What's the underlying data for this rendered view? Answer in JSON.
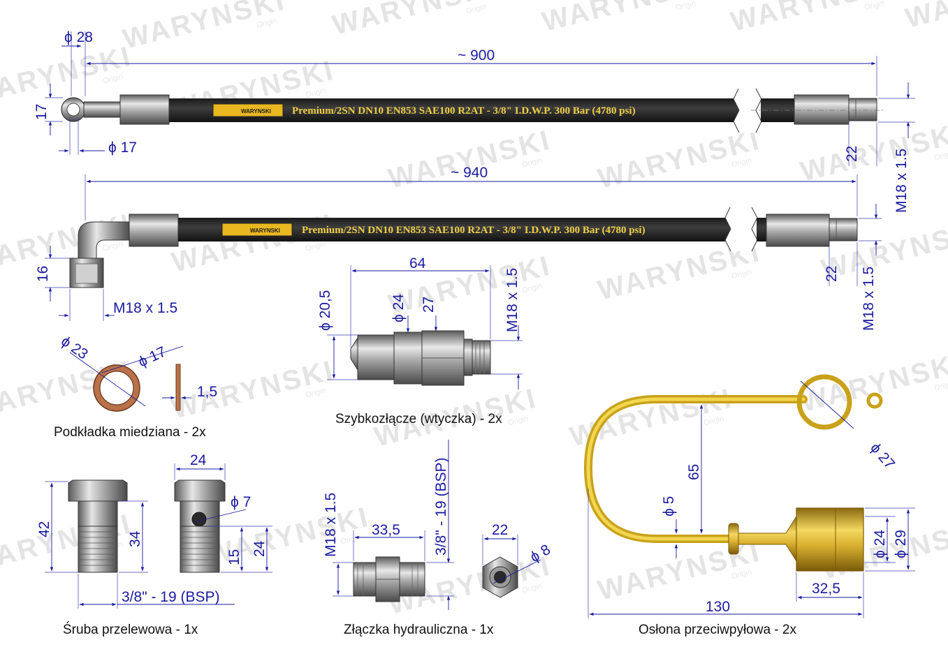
{
  "colors": {
    "dimension": "#1a1aa0",
    "hose": "#2a2a2a",
    "copper": "#a0522d",
    "cap_yellow": "#e8c020",
    "hose_text": "#f0d048",
    "watermark": "#e4e4e4"
  },
  "watermark": {
    "brand": "WARYNSKI",
    "sub": "Origin"
  },
  "hose1": {
    "length": "~ 900",
    "print": "Premium/2SN DN10  EN853 SAE100 R2AT - 3/8\" I.D.W.P. 300 Bar (4780 psi)",
    "logo": "WARYNSKI",
    "dim_outer_dia": "ϕ 28",
    "dim_height": "17",
    "dim_inner_dia": "ϕ 17",
    "dim_nut": "22",
    "dim_thread": "M18 x 1.5"
  },
  "hose2": {
    "length": "~ 940",
    "print": "Premium/2SN DN10  EN853 SAE100 R2AT - 3/8\" I.D.W.P. 300 Bar (4780 psi)",
    "logo": "WARYNSKI",
    "dim_height": "16",
    "dim_elbow_thread": "M18 x 1.5",
    "dim_nut": "22",
    "dim_thread": "M18 x 1.5"
  },
  "washer": {
    "caption": "Podkładka miedziana - 2x",
    "dim_outer": "ϕ 23",
    "dim_inner": "ϕ 17",
    "dim_thickness": "1,5"
  },
  "coupler": {
    "caption": "Szybkozłącze (wtyczka) - 2x",
    "dim_length": "64",
    "dim_d1": "ϕ 20,5",
    "dim_d2": "ϕ 24",
    "dim_hex": "27",
    "dim_thread": "M18 x 1.5"
  },
  "bolt": {
    "caption": "Śruba przelewowa - 1x",
    "dim_total": "42",
    "dim_shank": "34",
    "dim_hex": "24",
    "dim_hole": "ϕ 7",
    "dim_hole_pos": "15",
    "dim_thread_len": "24",
    "dim_thread": "3/8\" - 19 (BSP)"
  },
  "nipple": {
    "caption": "Złączka hydrauliczna - 1x",
    "dim_thread_a": "M18 x 1.5",
    "dim_length": "33,5",
    "dim_thread_b": "3/8\" - 19 (BSP)",
    "dim_hex": "22",
    "dim_bore": "ϕ 8"
  },
  "dustcap": {
    "caption": "Osłona przeciwpyłowa - 2x",
    "dim_ring": "ϕ 27",
    "dim_height": "65",
    "dim_wire": "ϕ 5",
    "dim_d1": "ϕ 24",
    "dim_d2": "ϕ 29",
    "dim_cap_len": "32,5",
    "dim_total": "130"
  }
}
